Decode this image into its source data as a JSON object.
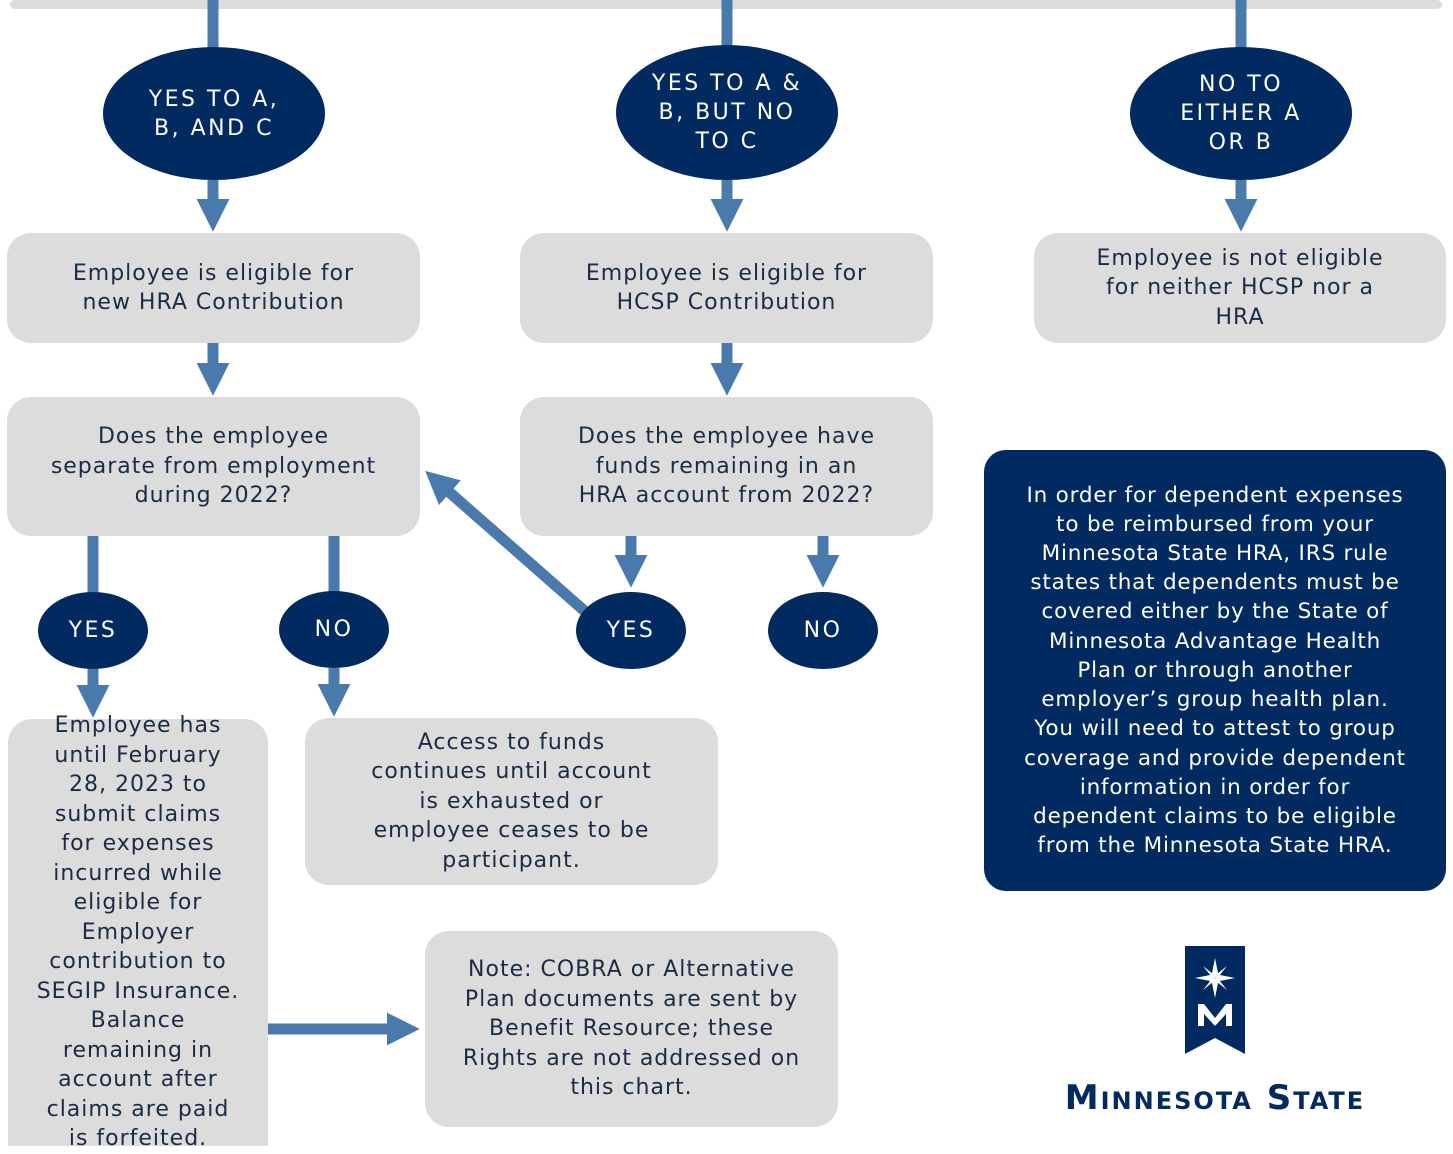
{
  "ovals": {
    "yes_abc": "YES TO A, B, AND C",
    "yes_ab_no_c": "YES TO A & B, BUT NO TO C",
    "no_either": "NO TO EITHER A OR B",
    "left_yes": "YES",
    "left_no": "NO",
    "mid_yes": "YES",
    "mid_no": "NO"
  },
  "boxes": {
    "hra_eligible": "Employee is eligible for new HRA Contribution",
    "hcsp_eligible": "Employee is eligible for HCSP Contribution",
    "not_eligible": "Employee is not eligible for neither HCSP nor a HRA",
    "separate_question": "Does the employee separate from employment during 2022?",
    "funds_question": "Does the employee have funds remaining in an HRA account from 2022?",
    "deadline": "Employee has until February 28, 2023 to submit claims for expenses incurred while eligible for Employer contribution to SEGIP Insurance. Balance remaining in account after claims are paid is forfeited.",
    "access_continues": "Access to funds continues until account is exhausted or employee ceases to be participant.",
    "cobra_note": "Note: COBRA or Alternative Plan documents are sent by Benefit Resource; these Rights are not addressed on this chart."
  },
  "dependent_note": "In order for dependent expenses to be reimbursed from your Minnesota State HRA, IRS rule states that dependents must be covered either by the State of Minnesota Advantage Health Plan or through another employer’s group health plan. You will need to attest to group coverage and provide dependent information in order for dependent claims to be eligible from the Minnesota State HRA.",
  "logo": {
    "wordmark": "Minnesota State"
  },
  "colors": {
    "navy": "#002a60",
    "arrow": "#4a7aab",
    "box": "#dcdcdc"
  }
}
